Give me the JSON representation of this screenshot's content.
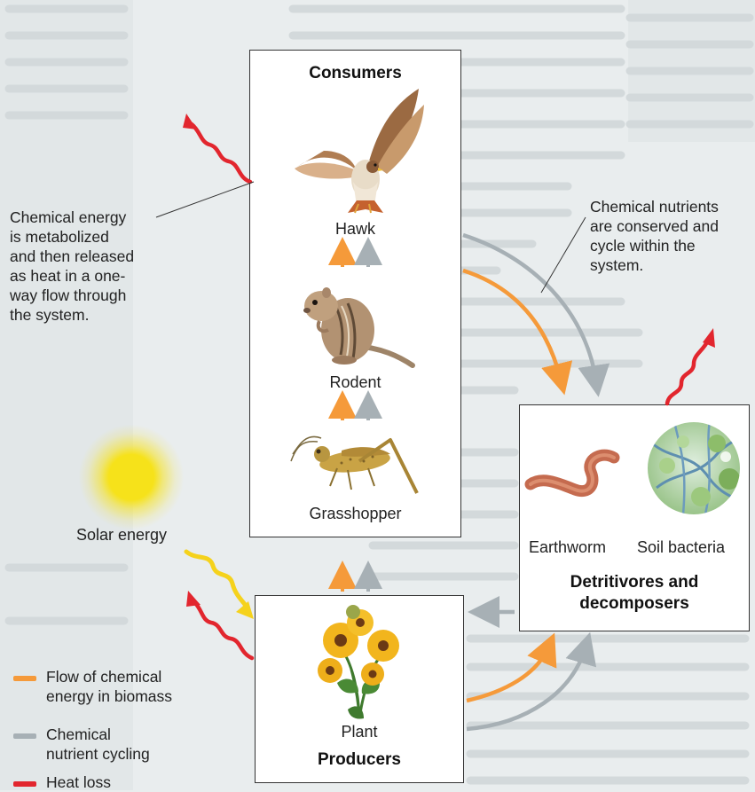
{
  "colors": {
    "energy": "#f59a3a",
    "nutrient": "#a7b0b5",
    "heat": "#e2262e",
    "solar": "#f5d21c",
    "box_border": "#333333"
  },
  "consumers": {
    "title": "Consumers",
    "hawk": "Hawk",
    "rodent": "Rodent",
    "grasshopper": "Grasshopper"
  },
  "producers": {
    "title": "Producers",
    "plant": "Plant"
  },
  "decomposers": {
    "earthworm": "Earthworm",
    "bacteria": "Soil bacteria",
    "title_line1": "Detritivores and",
    "title_line2": "decomposers"
  },
  "solar_label": "Solar energy",
  "annotations": {
    "energy_note": [
      "Chemical energy",
      "is metabolized",
      "and then released",
      "as heat in a one-",
      "way flow through",
      "the system."
    ],
    "nutrient_note": [
      "Chemical nutrients",
      "are conserved and",
      "cycle within the",
      "system."
    ]
  },
  "legend": {
    "energy_line1": "Flow of chemical",
    "energy_line2": "energy in biomass",
    "nutrient_line1": "Chemical",
    "nutrient_line2": "nutrient cycling",
    "heat": "Heat loss"
  },
  "icons": {
    "hawk": "hawk-icon",
    "rodent": "rodent-icon",
    "grasshopper": "grasshopper-icon",
    "plant": "plant-flower-icon",
    "earthworm": "earthworm-icon",
    "bacteria": "soil-bacteria-icon",
    "sun": "sun-icon"
  }
}
